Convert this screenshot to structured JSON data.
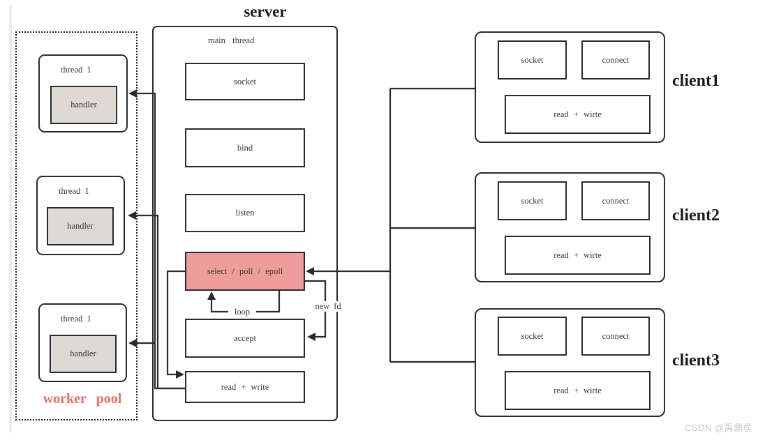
{
  "diagram": {
    "server": {
      "title": "server",
      "subtitle": "main thread",
      "nodes": {
        "socket": "socket",
        "bind": "bind",
        "listen": "listen",
        "select": "select / poll / epoll",
        "accept": "accept",
        "read_write": "read + write"
      }
    },
    "worker_pool": {
      "label": "worker pool",
      "threads": [
        {
          "label": "thread 1",
          "handler": "handler"
        },
        {
          "label": "thread 1",
          "handler": "handler"
        },
        {
          "label": "thread 1",
          "handler": "handler"
        }
      ]
    },
    "clients": [
      {
        "label": "client1",
        "nodes": {
          "socket": "socket",
          "connect": "connect",
          "read_write": "read + wirte"
        }
      },
      {
        "label": "client2",
        "nodes": {
          "socket": "socket",
          "connect": "connect",
          "read_write": "read + wirte"
        }
      },
      {
        "label": "client3",
        "nodes": {
          "socket": "socket",
          "connect": "connect",
          "read_write": "read + wirte"
        }
      }
    ],
    "edge_labels": {
      "loop": "loop",
      "new_fd": "new fd"
    },
    "watermark": "CSDN @禹鼎侯",
    "colors": {
      "line": "#2b2b2b",
      "select_fill": "#ee9c9c",
      "handler_fill": "#ded9d3",
      "worker_pool_text": "#eb6e64",
      "watermark_text": "#c9c9c9"
    }
  }
}
